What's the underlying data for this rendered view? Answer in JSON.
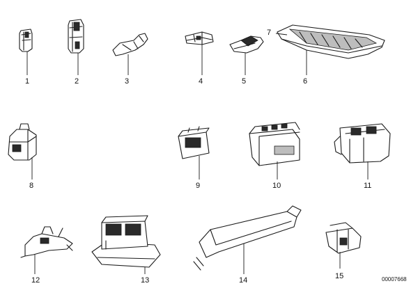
{
  "callouts": [
    "1",
    "2",
    "3",
    "4",
    "5",
    "6",
    "7",
    "8",
    "9",
    "10",
    "11",
    "12",
    "13",
    "14",
    "15"
  ],
  "drawing_number": "00007668"
}
